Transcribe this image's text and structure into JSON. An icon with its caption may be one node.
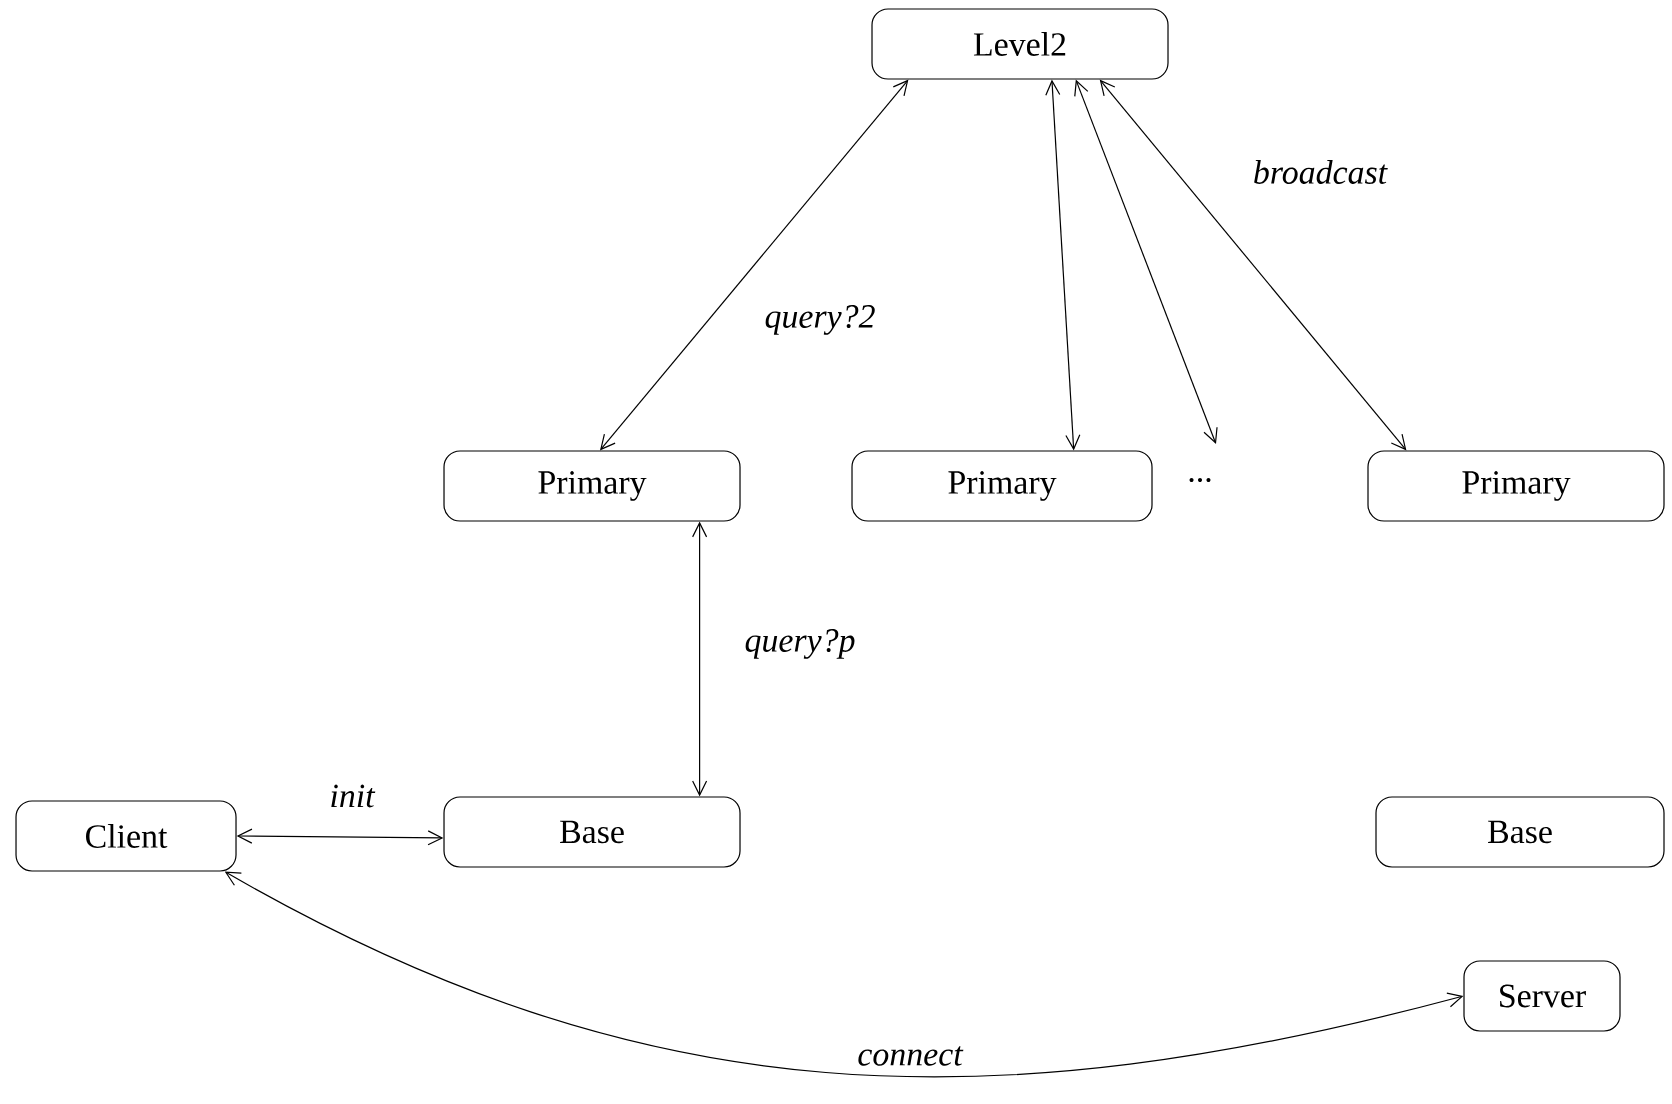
{
  "diagram": {
    "nodes": [
      {
        "text": [
          "Level2"
        ]
      },
      {
        "text": [
          "Primary"
        ]
      },
      {
        "text": [
          "Primary"
        ]
      },
      {
        "text": [
          "Primary"
        ]
      },
      {
        "text": [
          "Client"
        ]
      },
      {
        "text": [
          "Base"
        ]
      },
      {
        "text": [
          "Base"
        ]
      },
      {
        "text": [
          "Server"
        ]
      }
    ],
    "edges": [
      {
        "from": 1,
        "to": 0,
        "arrow": "both",
        "label": "query?2"
      },
      {
        "from": 0,
        "to": 2,
        "arrow": "both"
      },
      {
        "from": 0,
        "to": null,
        "arrow": "both"
      },
      {
        "from": 0,
        "to": 3,
        "arrow": "both",
        "label": "broadcast"
      },
      {
        "from": 1,
        "to": 5,
        "arrow": "both",
        "label": "query?p"
      },
      {
        "from": 4,
        "to": 5,
        "arrow": "both",
        "label": "init"
      },
      {
        "from": 4,
        "to": 7,
        "arrow": "both",
        "label": "connect"
      }
    ],
    "labels": [
      "..."
    ]
  }
}
